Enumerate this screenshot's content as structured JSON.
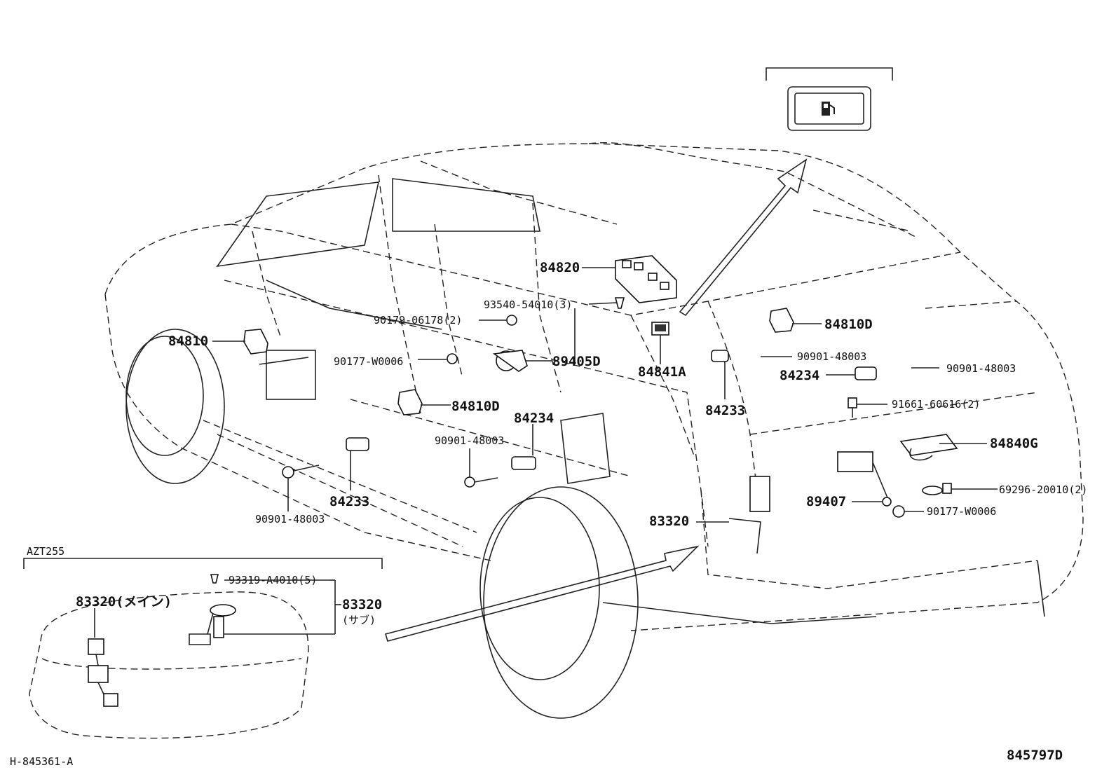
{
  "diagram_id": "845797D",
  "inset_ref": "H-845361-A",
  "inset_model": "AZT255",
  "callouts": {
    "c84820": "84820",
    "c93540": "93540-54010(3)",
    "c90179": "90179-06178(2)",
    "c84810_left": "84810",
    "c90177_left": "90177-W0006",
    "c89405D": "89405D",
    "c84841A": "84841A",
    "c84810D_right": "84810D",
    "c90901_r1": "90901-48003",
    "c84234_right": "84234",
    "c90901_r2": "90901-48003",
    "c84233_right": "84233",
    "c91661": "91661-60616(2)",
    "c84840G": "84840G",
    "c69296": "69296-20010(2)",
    "c89407": "89407",
    "c90177_right": "90177-W0006",
    "c83320_right": "83320",
    "c84810D_center": "84810D",
    "c84234_center": "84234",
    "c90901_center": "90901-48003",
    "c84233_left": "84233",
    "c90901_left": "90901-48003",
    "c93319": "93319-A4010(5)",
    "c83320_main": "83320(メイン)",
    "c83320_sub": "83320",
    "c83320_sub_note": "(サブ)"
  },
  "icons": [
    "fuel-pump-icon"
  ]
}
